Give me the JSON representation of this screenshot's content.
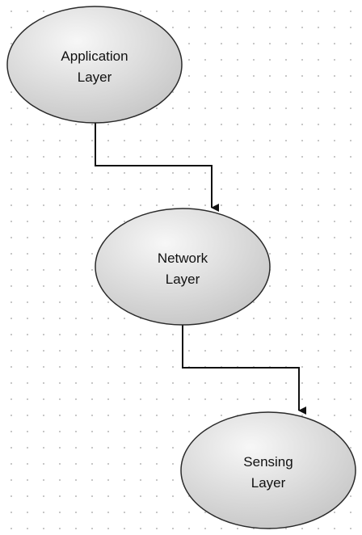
{
  "colors": {
    "node_fill_light": "#f7f7f7",
    "node_fill_dark": "#c6c6c6",
    "connector": "#111111",
    "grid_dot": "#b9b9b9"
  },
  "nodes": {
    "application": {
      "line1": "Application",
      "line2": "Layer"
    },
    "network": {
      "line1": "Network",
      "line2": "Layer"
    },
    "sensing": {
      "line1": "Sensing",
      "line2": "Layer"
    }
  }
}
